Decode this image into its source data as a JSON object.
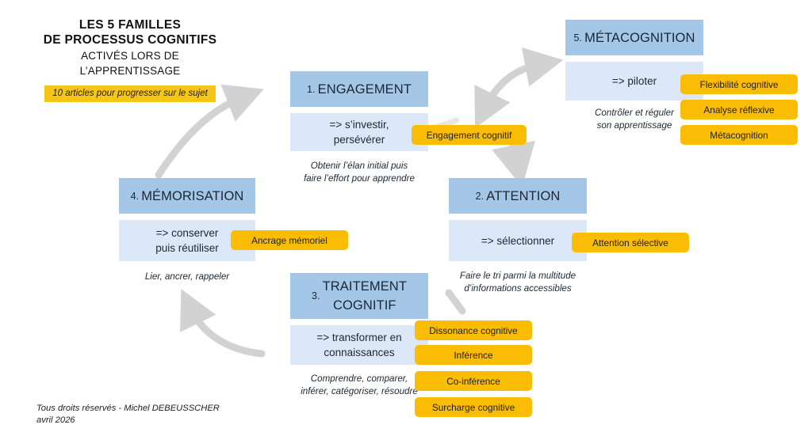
{
  "title": {
    "line1": "LES 5 FAMILLES",
    "line2": "DE PROCESSUS COGNITIFS",
    "line3": "ACTIVÉS LORS DE L’APPRENTISSAGE",
    "badge": "10 articles pour progresser sur le sujet"
  },
  "colors": {
    "header_blue": "#A4C7E7",
    "body_blue": "#DCE8F7",
    "tag_yellow": "#FBBC05",
    "badge_yellow": "#F5C518",
    "arrow_gray": "#D2D2D2",
    "text_dark": "#1b2733"
  },
  "families": [
    {
      "num": "1.",
      "name": "ENGAGEMENT",
      "action": "=> s’investir,\npersévérer",
      "note": "Obtenir l’élan initial puis\nfaire l’effort pour apprendre",
      "tags": [
        "Engagement cognitif"
      ]
    },
    {
      "num": "2.",
      "name": "ATTENTION",
      "action": "=> sélectionner",
      "note": "Faire le tri parmi la multitude\nd’informations accessibles",
      "tags": [
        "Attention sélective"
      ]
    },
    {
      "num": "3.",
      "name": "TRAITEMENT\nCOGNITIF",
      "action": "=> transformer en\nconnaissances",
      "note": "Comprendre, comparer,\ninférer, catégoriser, résoudre",
      "tags": [
        "Dissonance cognitive",
        "Inférence",
        "Co-inférence",
        "Surcharge cognitive"
      ]
    },
    {
      "num": "4.",
      "name": "MÉMORISATION",
      "action": "=> conserver\npuis réutiliser",
      "note": "Lier, ancrer, rappeler",
      "tags": [
        "Ancrage mémoriel"
      ]
    },
    {
      "num": "5.",
      "name": "MÉTACOGNITION",
      "action": "=> piloter",
      "note": "Contrôler et réguler\nson apprentissage",
      "tags": [
        "Flexibilité cognitive",
        "Analyse réflexive",
        "Métacognition"
      ]
    }
  ],
  "footer": {
    "line1": "Tous droits réservés - Michel DEBEUSSCHER",
    "line2": "avril 2026"
  }
}
